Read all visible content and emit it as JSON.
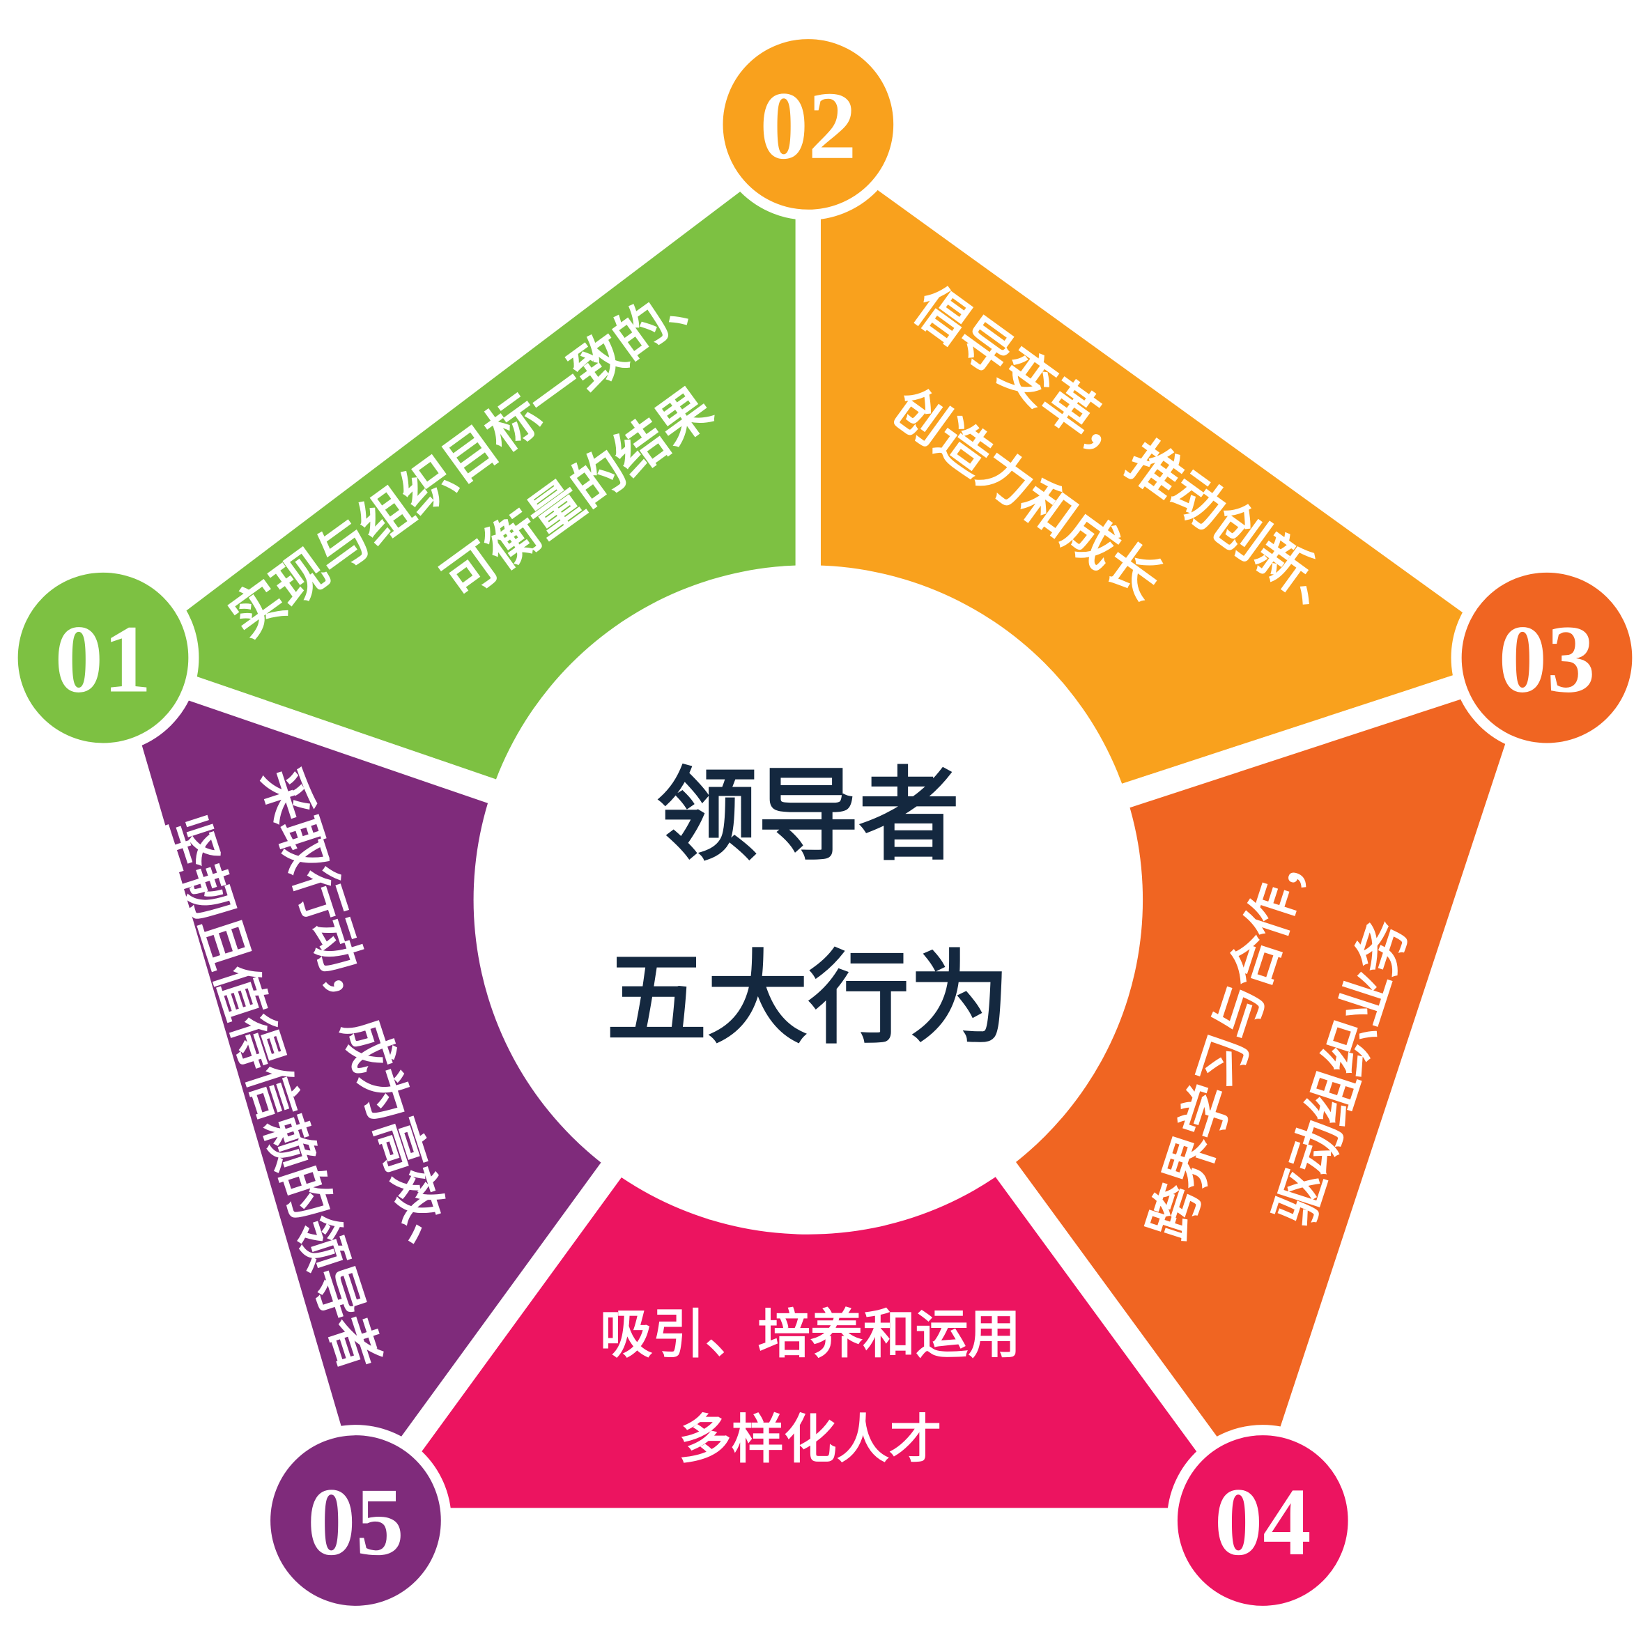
{
  "center": {
    "line1": "领导者",
    "line2": "五大行为"
  },
  "segments": [
    {
      "number": "01",
      "color": "#7dc142",
      "lines": [
        "实现与组织目标一致的、",
        "可衡量的结果"
      ]
    },
    {
      "number": "02",
      "color": "#f9a11d",
      "lines": [
        "倡导变革，推动创新、",
        "创造力和成长"
      ]
    },
    {
      "number": "03",
      "color": "#f06522",
      "lines": [
        "跨界学习与合作，",
        "驱动组织业务"
      ]
    },
    {
      "number": "04",
      "color": "#ec1460",
      "lines": [
        "吸引、培养和运用",
        "多样化人才"
      ]
    },
    {
      "number": "05",
      "color": "#7f2b7b",
      "lines": [
        "采取行动，成为高效、",
        "坚韧且值得信赖的领导者"
      ]
    }
  ],
  "colors": {
    "center_text": "#14283f",
    "background": "#ffffff"
  }
}
